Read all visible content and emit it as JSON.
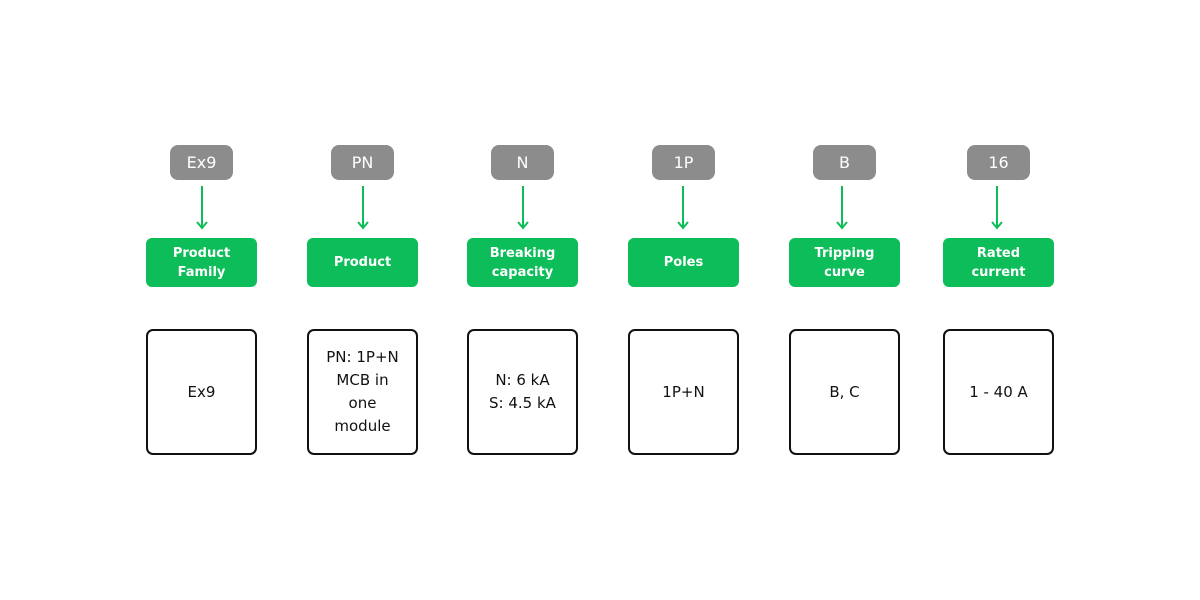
{
  "colors": {
    "code_pill": "#8c8c8c",
    "label_box": "#0dbd5a",
    "arrow": "#0dbd5a",
    "value_border": "#111111"
  },
  "columns": [
    {
      "code": "Ex9",
      "label": "Product\nFamily",
      "value": "Ex9"
    },
    {
      "code": "PN",
      "label": "Product",
      "value": "PN: 1P+N\nMCB in\none\nmodule"
    },
    {
      "code": "N",
      "label": "Breaking\ncapacity",
      "value": "N: 6 kA\nS: 4.5 kA"
    },
    {
      "code": "1P",
      "label": "Poles",
      "value": "1P+N"
    },
    {
      "code": "B",
      "label": "Tripping\ncurve",
      "value": "B, C"
    },
    {
      "code": "16",
      "label": "Rated\ncurrent",
      "value": "1 - 40 A"
    }
  ]
}
